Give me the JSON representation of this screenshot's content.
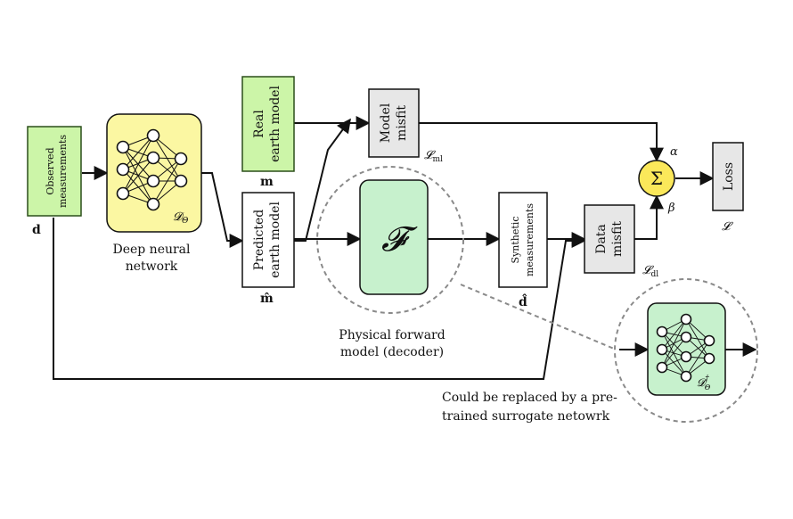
{
  "observed": {
    "label_line1": "Observed",
    "label_line2": "measurements",
    "symbol": "d"
  },
  "encoder": {
    "caption_line1": "Deep neural",
    "caption_line2": "network",
    "symbol": "𝓓",
    "subscript": "Θ"
  },
  "real_model": {
    "label_line1": "Real",
    "label_line2": "earth model",
    "symbol": "m"
  },
  "predicted_model": {
    "label_line1": "Predicted",
    "label_line2": "earth model",
    "symbol": "m̂"
  },
  "model_misfit": {
    "label_line1": "Model",
    "label_line2": "misfit",
    "loss_symbol": "𝓛",
    "loss_sub": "ml"
  },
  "forward": {
    "symbol": "𝓕",
    "caption_line1": "Physical forward",
    "caption_line2": "model (decoder)"
  },
  "synthetic": {
    "label_line1": "Synthetic",
    "label_line2": "measurements",
    "symbol": "d̂"
  },
  "data_misfit": {
    "label_line1": "Data",
    "label_line2": "misfit",
    "loss_symbol": "𝓛",
    "loss_sub": "dl"
  },
  "sum": {
    "symbol": "Σ",
    "alpha": "α",
    "beta": "β"
  },
  "loss": {
    "label": "Loss",
    "symbol": "𝓛"
  },
  "surrogate": {
    "symbol": "𝓓",
    "sup": "†",
    "subscript": "Θ",
    "caption_line1": "Could be replaced by a pre-",
    "caption_line2": "trained surrogate netowrk"
  },
  "colors": {
    "green_fill": "#ccf5a8",
    "green_stroke": "#2b4f1a",
    "yellow_fill": "#fbf7a2",
    "mint_fill": "#c7f1cd",
    "gray_fill": "#e7e7e7",
    "sigma_fill": "#fbe85a",
    "dash": "#8a8a8a"
  }
}
